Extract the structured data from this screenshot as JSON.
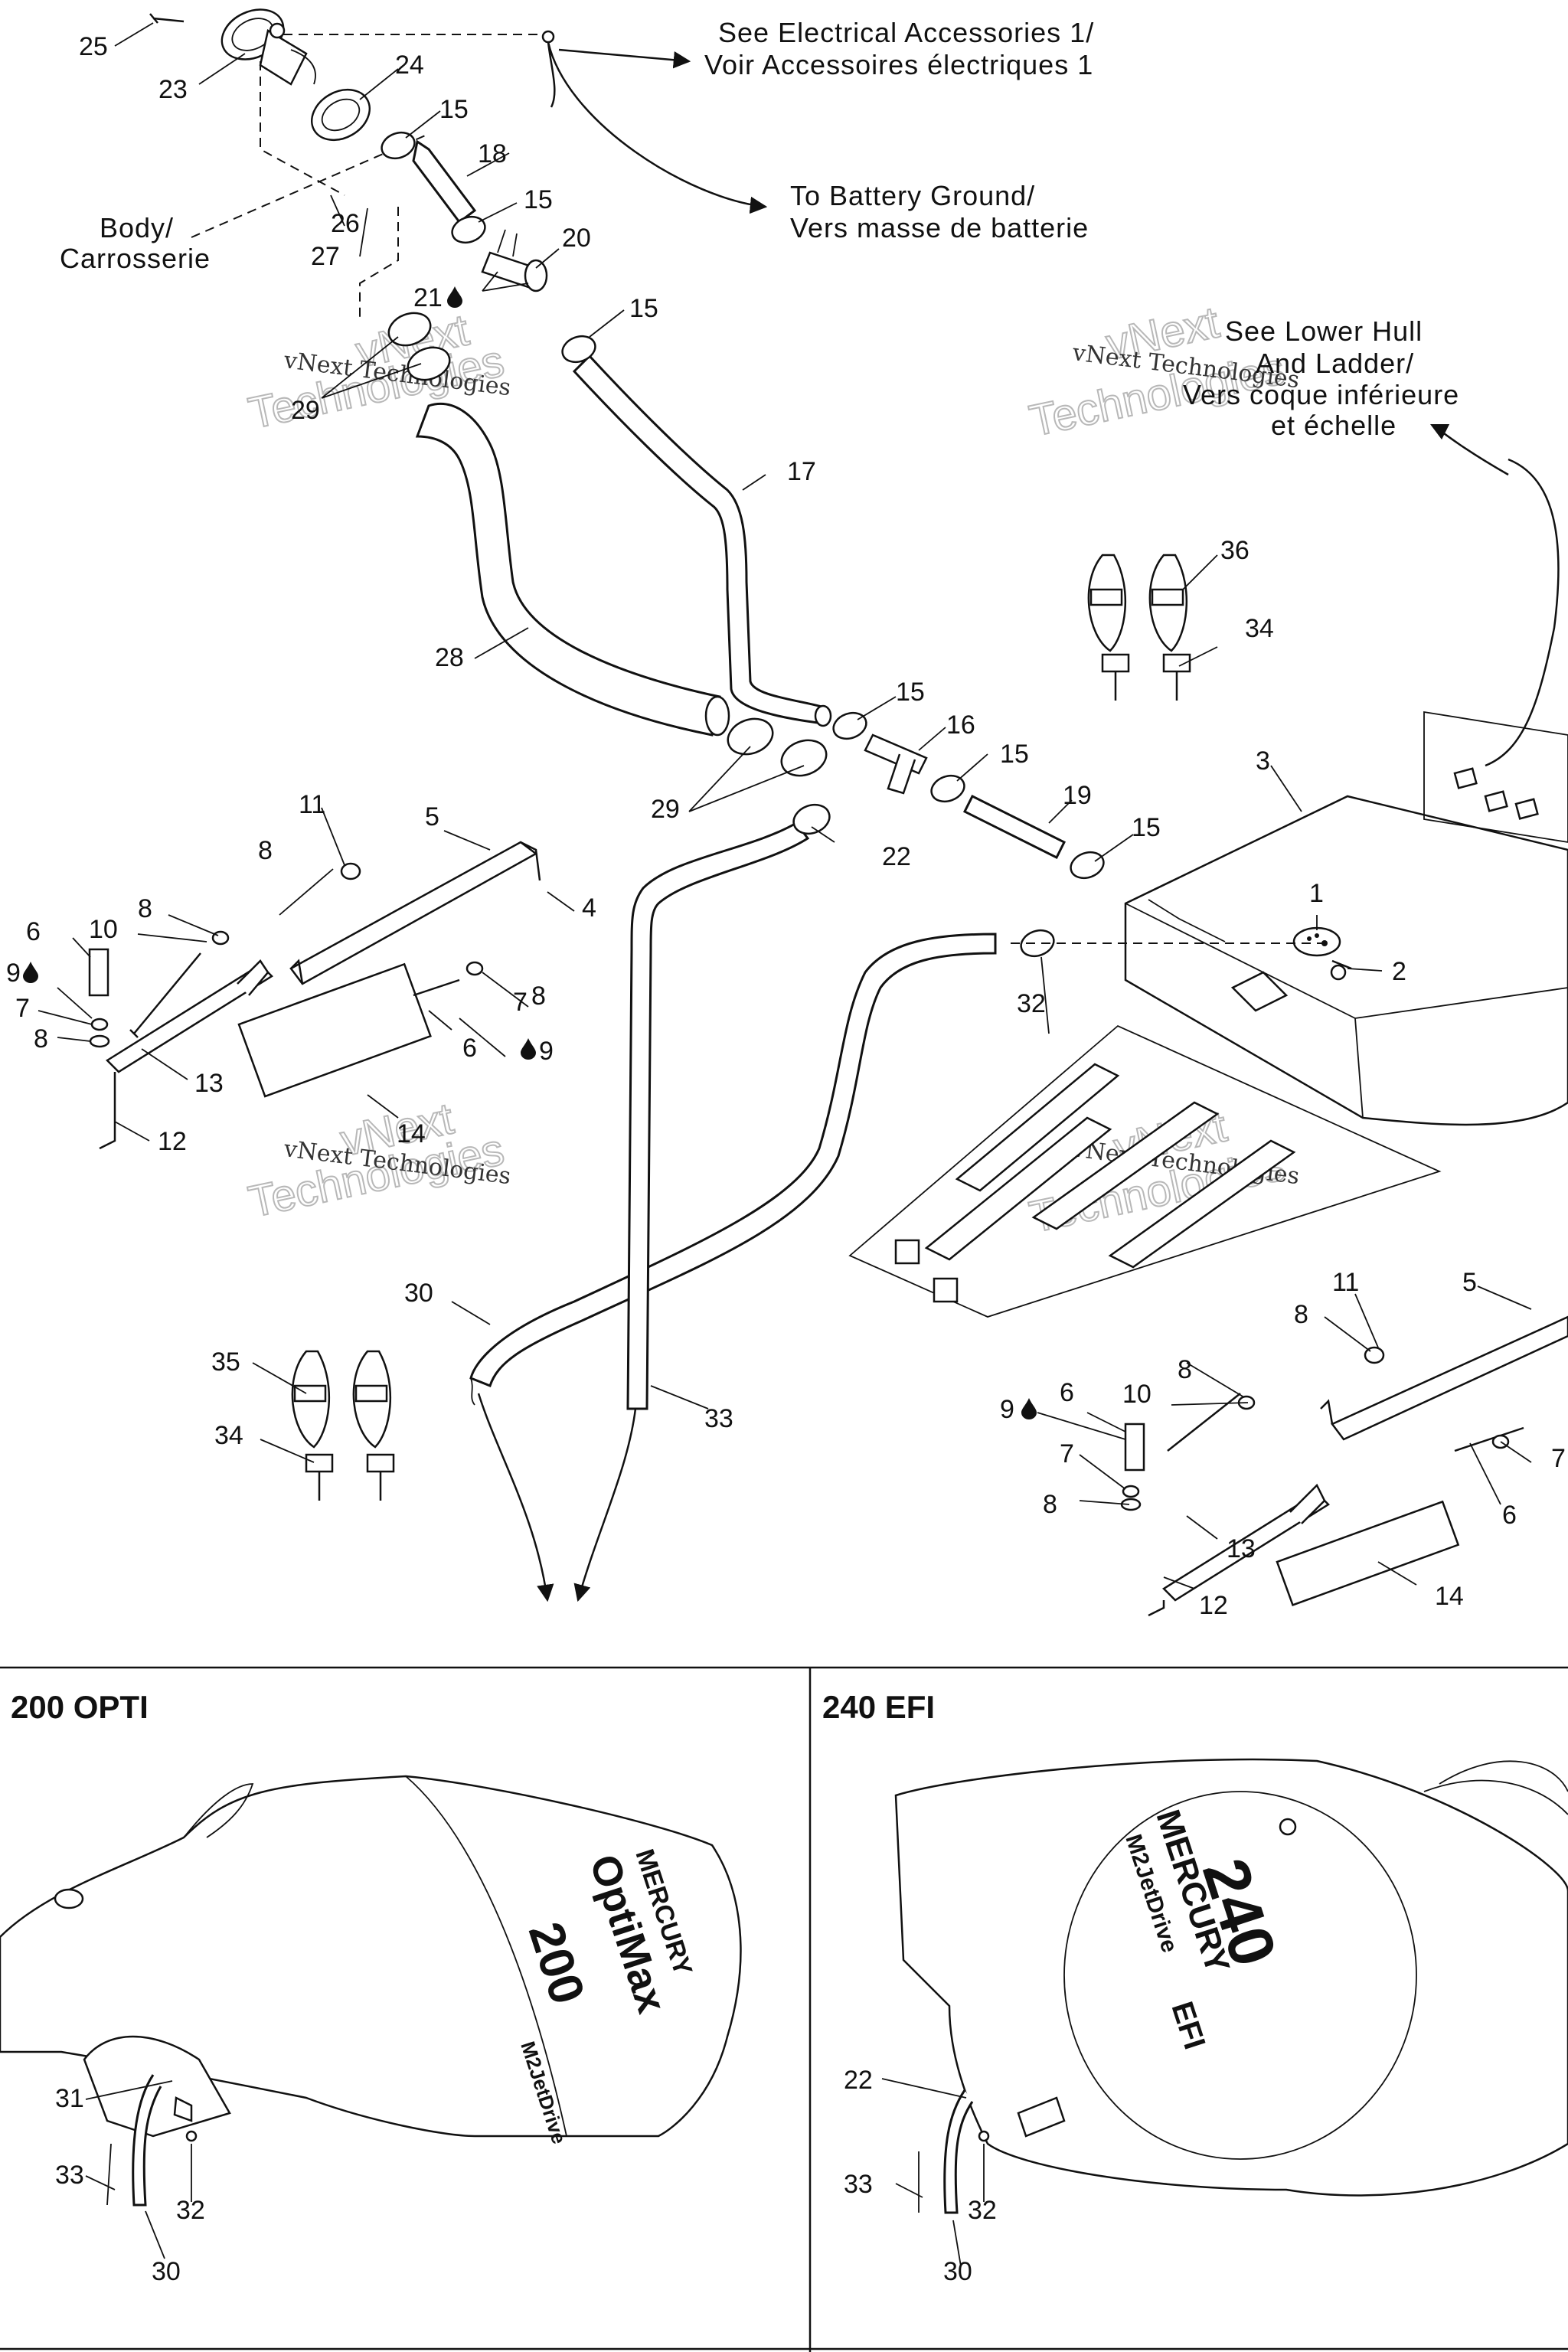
{
  "notes": {
    "electrical_1": "See Electrical Accessories 1/",
    "electrical_2": "Voir Accessoires électriques 1",
    "battery_1": "To Battery Ground/",
    "battery_2": "Vers masse de batterie",
    "body_1": "Body/",
    "body_2": "Carrosserie",
    "hull_1": "See Lower Hull",
    "hull_2": "And Ladder/",
    "hull_3": "Vers coque inférieure",
    "hull_4": "et échelle"
  },
  "callouts": {
    "c25": "25",
    "c23": "23",
    "c24": "24",
    "c15a": "15",
    "c18": "18",
    "c15b": "15",
    "c20": "20",
    "c21": "21",
    "c26": "26",
    "c27": "27",
    "c15c": "15",
    "c29a": "29",
    "c17": "17",
    "c36": "36",
    "c34a": "34",
    "c28": "28",
    "c15d": "15",
    "c16": "16",
    "c15e": "15",
    "c3": "3",
    "c29b": "29",
    "c19": "19",
    "c15f": "15",
    "c22": "22",
    "c11a": "11",
    "c5a": "5",
    "c8a": "8",
    "c4": "4",
    "c1": "1",
    "c2": "2",
    "c6a": "6",
    "c10a": "10",
    "c8b": "8",
    "c9a": "9",
    "c7a": "7",
    "c8c": "8",
    "c32a": "32",
    "c7b": "7",
    "c8d": "8",
    "c6b": "6",
    "c9b": "9",
    "c13a": "13",
    "c14a": "14",
    "c12a": "12",
    "c30a": "30",
    "c35": "35",
    "c34b": "34",
    "c33a": "33",
    "c11b": "11",
    "c5b": "5",
    "c8e": "8",
    "c8f": "8",
    "c9c": "9",
    "c6c": "6",
    "c10b": "10",
    "c7c": "7",
    "c7d": "7",
    "c8g": "8",
    "c6d": "6",
    "c13b": "13",
    "c12b": "12",
    "c14b": "14",
    "c31": "31",
    "c33b": "33",
    "c32b": "32",
    "c30b": "30",
    "c22b": "22",
    "c33c": "33",
    "c32c": "32",
    "c30c": "30"
  },
  "panels": {
    "left_title": "200 OPTI",
    "right_title": "240 EFI"
  },
  "engine_labels": {
    "left_brand": "MERCURY",
    "left_model": "OptiMax",
    "left_number": "200",
    "left_drive": "M2JetDrive",
    "right_brand": "MERCURY",
    "right_drive": "M2JetDrive",
    "right_number": "240",
    "right_suffix": "EFI"
  },
  "watermark": {
    "brand": "vNext Technologies",
    "large_1": "vNext",
    "large_2": "Technologies"
  },
  "icons": [
    "fuel-drop-icon",
    "arrow-right-icon",
    "arrow-down-icon"
  ]
}
